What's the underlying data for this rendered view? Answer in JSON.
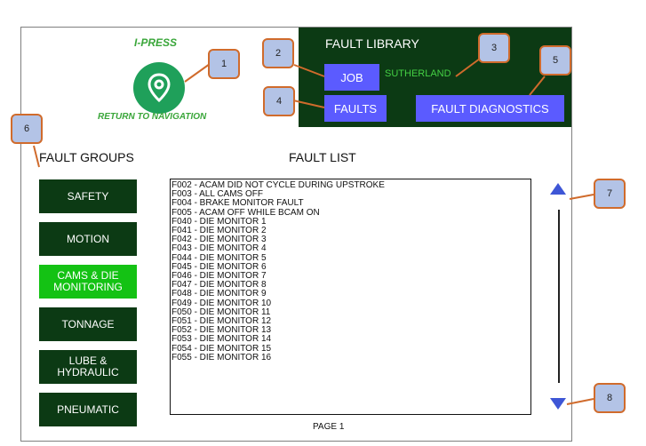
{
  "app": {
    "title": "I-PRESS",
    "return_label": "RETURN TO NAVIGATION"
  },
  "library": {
    "title": "FAULT LIBRARY",
    "job_label": "JOB",
    "job_name": "SUTHERLAND",
    "faults_label": "FAULTS",
    "diagnostics_label": "FAULT DIAGNOSTICS"
  },
  "groups": {
    "heading": "FAULT GROUPS",
    "items": [
      {
        "label": "SAFETY",
        "active": false
      },
      {
        "label": "MOTION",
        "active": false
      },
      {
        "label": "CAMS & DIE MONITORING",
        "active": true
      },
      {
        "label": "TONNAGE",
        "active": false
      },
      {
        "label": "LUBE & HYDRAULIC",
        "active": false
      },
      {
        "label": "PNEUMATIC",
        "active": false
      }
    ]
  },
  "fault_list": {
    "heading": "FAULT LIST",
    "items": [
      "F002 - ACAM DID NOT CYCLE DURING UPSTROKE",
      "F003 - ALL CAMS OFF",
      "F004 - BRAKE MONITOR FAULT",
      "F005 - ACAM OFF WHILE BCAM ON",
      "F040 - DIE MONITOR 1",
      "F041 - DIE MONITOR 2",
      "F042 - DIE MONITOR 3",
      "F043 - DIE MONITOR 4",
      "F044 - DIE MONITOR 5",
      "F045 - DIE MONITOR 6",
      "F046 - DIE MONITOR 7",
      "F047 - DIE MONITOR 8",
      "F048 - DIE MONITOR 9",
      "F049 - DIE MONITOR 10",
      "F050 - DIE MONITOR 11",
      "F051 - DIE MONITOR 12",
      "F052 - DIE MONITOR 13",
      "F053 - DIE MONITOR 14",
      "F054 - DIE MONITOR 15",
      "F055 - DIE MONITOR 16"
    ],
    "page_label": "PAGE  1"
  },
  "callouts": [
    "1",
    "2",
    "3",
    "4",
    "5",
    "6",
    "7",
    "8"
  ],
  "colors": {
    "panel_dark_green": "#0c3a14",
    "active_green": "#14c214",
    "button_blue": "#5b5bff",
    "arrow_blue": "#3e56d6",
    "callout_fill": "#b3c3e6",
    "callout_border": "#d06b2c"
  },
  "icons": {
    "navigation": "location-pin-icon",
    "scroll_up": "triangle-up-icon",
    "scroll_down": "triangle-down-icon"
  }
}
